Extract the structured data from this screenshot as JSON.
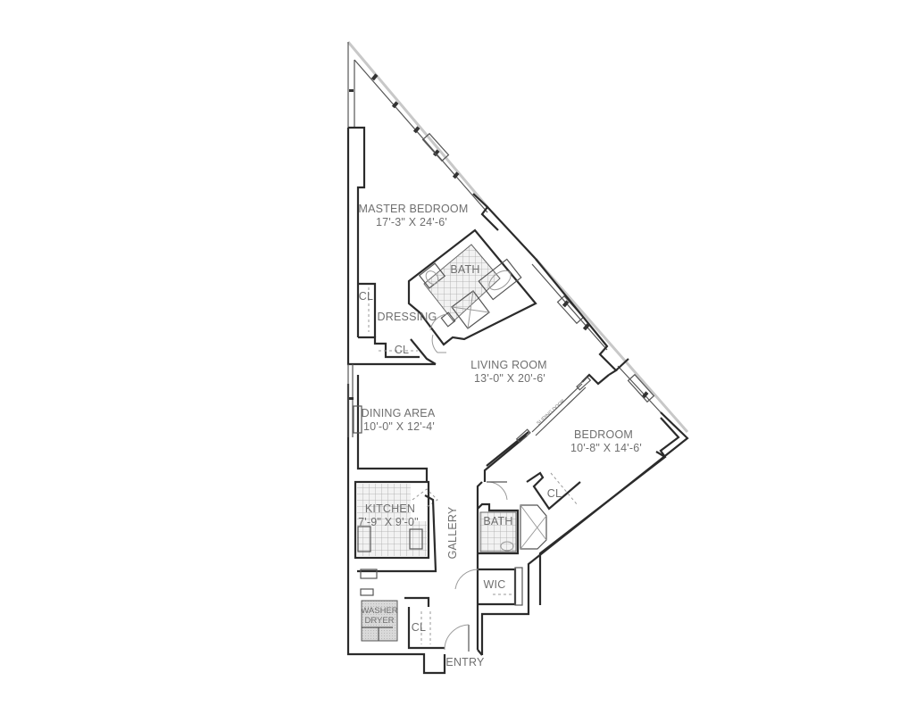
{
  "plan": {
    "type": "apartment floor plan",
    "rooms": [
      {
        "id": "master_bedroom",
        "name": "MASTER BEDROOM",
        "dims": "17'-3\" X 24'-6'"
      },
      {
        "id": "bath_master",
        "name": "BATH"
      },
      {
        "id": "dressing",
        "name": "DRESSING"
      },
      {
        "id": "cl_master_1",
        "name": "CL"
      },
      {
        "id": "cl_master_2",
        "name": "CL"
      },
      {
        "id": "living_room",
        "name": "LIVING ROOM",
        "dims": "13'-0\" X 20'-6'"
      },
      {
        "id": "dining_area",
        "name": "DINING AREA",
        "dims": "10'-0\" X 12'-4'"
      },
      {
        "id": "bedroom",
        "name": "BEDROOM",
        "dims": "10'-8\" X 14'-6'"
      },
      {
        "id": "cl_bedroom",
        "name": "CL"
      },
      {
        "id": "bath_second",
        "name": "BATH"
      },
      {
        "id": "kitchen",
        "name": "KITCHEN",
        "dims": "7'-9\" X 9'-0\""
      },
      {
        "id": "gallery",
        "name": "GALLERY"
      },
      {
        "id": "wic",
        "name": "WIC"
      },
      {
        "id": "washer_dryer",
        "name_line1": "WASHER",
        "name_line2": "DRYER"
      },
      {
        "id": "cl_entry",
        "name": "CL"
      },
      {
        "id": "entry",
        "name": "ENTRY"
      }
    ],
    "annotations": {
      "sliding_door": "SLIDING DOOR"
    },
    "colors": {
      "wall": "#2b2b2b",
      "label": "#6f6f6f",
      "background": "#ffffff"
    }
  }
}
